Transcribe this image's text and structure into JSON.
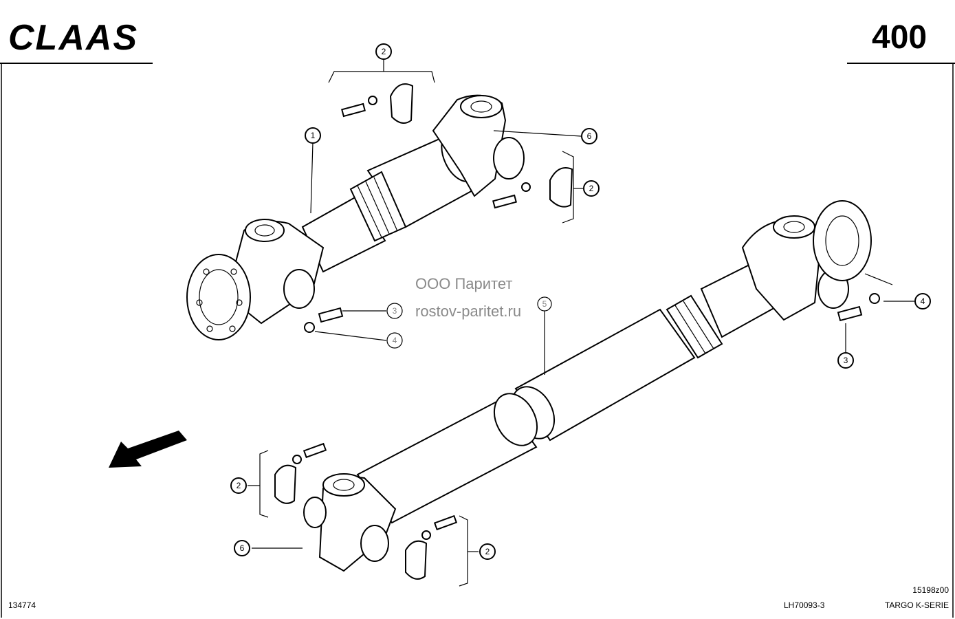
{
  "header": {
    "brand": "CLAAS",
    "page_number": "400"
  },
  "watermark": {
    "line1": "ООО Паритет",
    "line2": "rostov-paritet.ru"
  },
  "footer": {
    "left_code": "134774",
    "center_code": "LH70093-3",
    "right_code_top": "15198z00",
    "series": "TARGO K-SERIE"
  },
  "callouts": {
    "c1": "1",
    "c2a": "2",
    "c2b": "2",
    "c2c": "2",
    "c2d": "2",
    "c3a": "3",
    "c3b": "3",
    "c4a": "4",
    "c4b": "4",
    "c5": "5",
    "c6a": "6",
    "c6b": "6"
  }
}
